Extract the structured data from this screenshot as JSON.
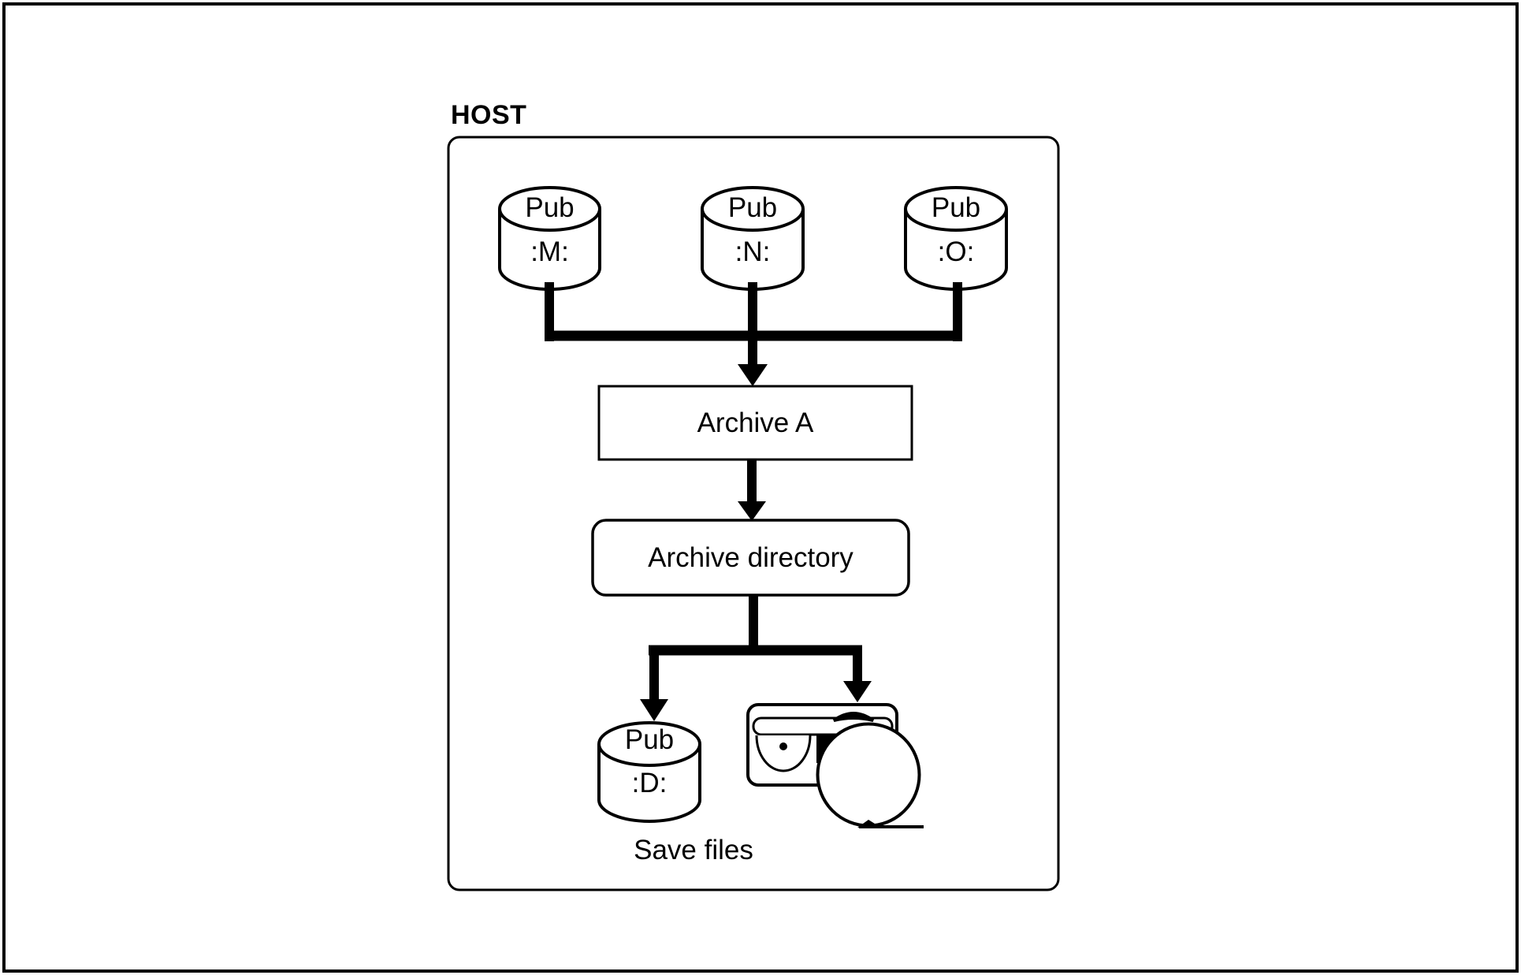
{
  "diagram": {
    "title": "HOST",
    "source_disks": [
      {
        "label": "Pub",
        "volume": ":M:"
      },
      {
        "label": "Pub",
        "volume": ":N:"
      },
      {
        "label": "Pub",
        "volume": ":O:"
      }
    ],
    "archive_label": "Archive A",
    "directory_label": "Archive directory",
    "save_disk": {
      "label": "Pub",
      "volume": ":D:"
    },
    "caption": "Save files",
    "icons": {
      "source_disks": "database-cylinder-icon",
      "save_disk": "database-cylinder-icon",
      "save_device": "disk-drive-icon",
      "connectors": "arrow-down-icon"
    },
    "colors": {
      "ink": "#000000",
      "background": "#ffffff"
    }
  }
}
